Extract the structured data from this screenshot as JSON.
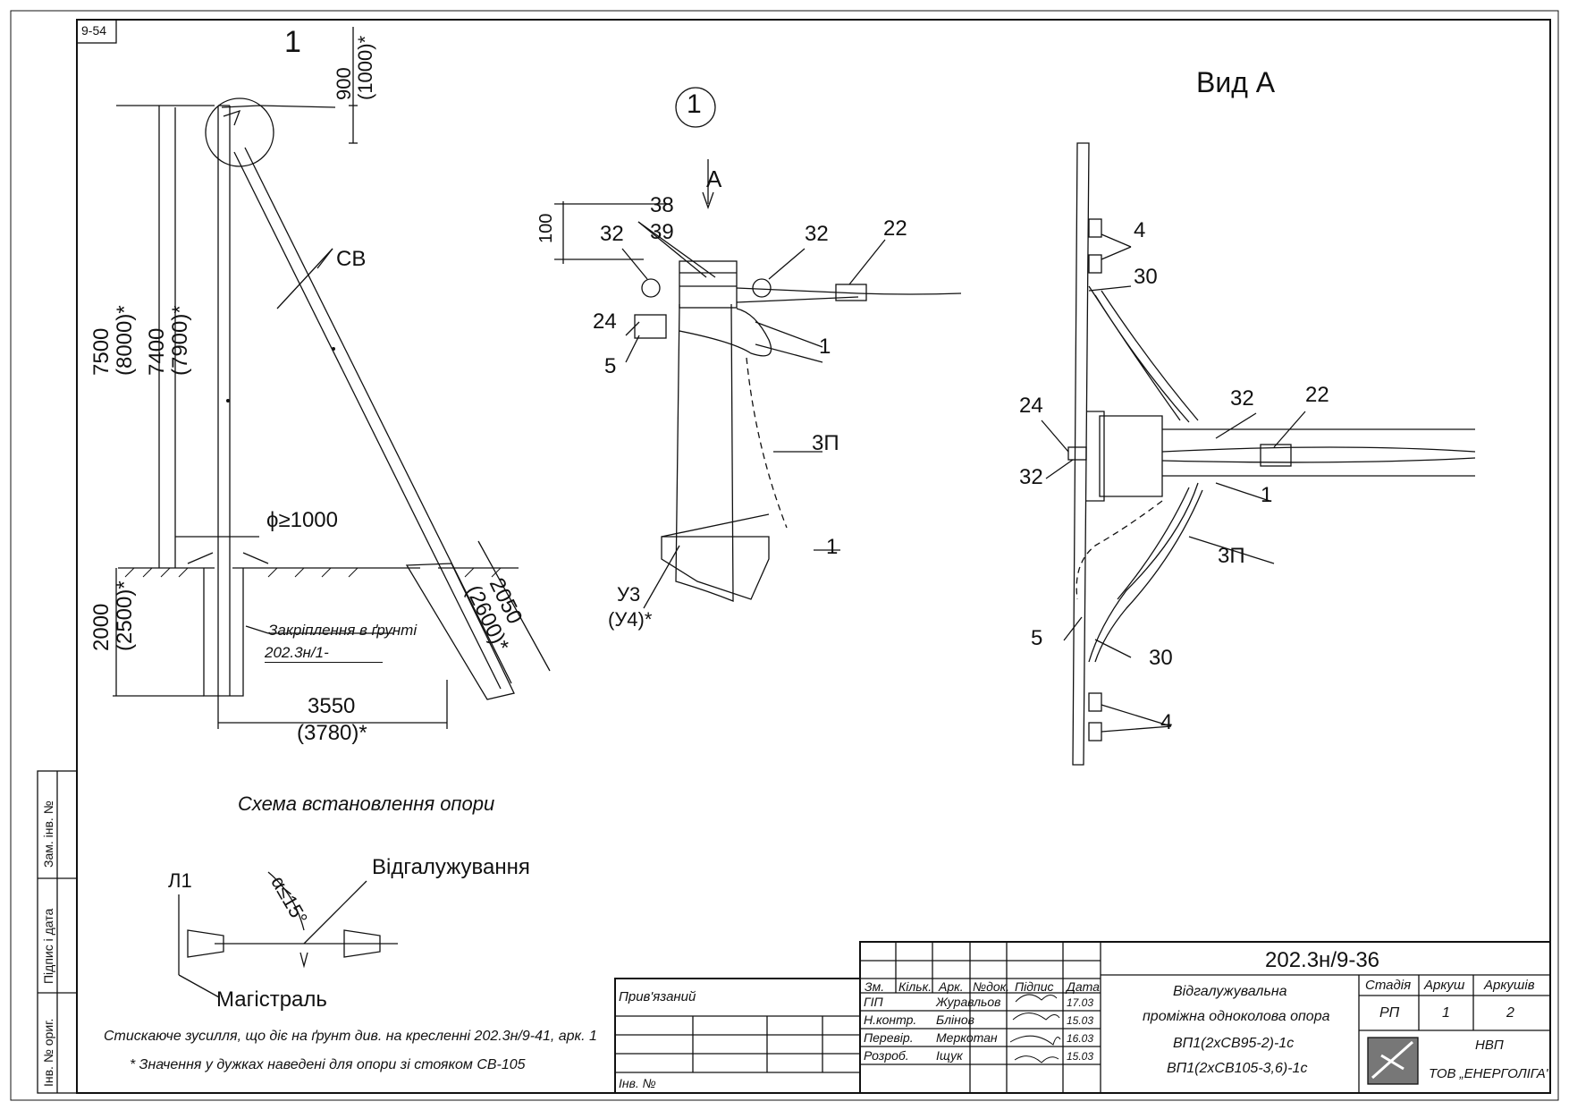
{
  "sheet_code": "9-54",
  "side_stamp": {
    "zam_inv": "Зам. інв. №",
    "pidpys_data": "Підпис і дата",
    "inv_orig": "Інв. № ориг."
  },
  "left_view": {
    "callout": "1",
    "dim_top": "900",
    "dim_top_alt": "(1000)*",
    "dim_h1": "7500",
    "dim_h1_alt": "(8000)*",
    "dim_h2": "7400",
    "dim_h2_alt": "(7900)*",
    "label_sv": "СВ",
    "diameter": "ϕ≥1000",
    "dim_ground": "2000",
    "dim_ground_alt": "(2500)*",
    "dim_strut": "2050",
    "dim_strut_alt": "(2600)*",
    "anchor_label": "Закріплення в ґрунті",
    "anchor_ref": "202.3н/1-",
    "dim_base": "3550",
    "dim_base_alt": "(3780)*"
  },
  "detail_view": {
    "callout": "1",
    "arrow_a": "А",
    "dim_100": "100",
    "p38": "38",
    "p39": "39",
    "p32a": "32",
    "p32b": "32",
    "p22": "22",
    "p24": "24",
    "p5": "5",
    "p1a": "1",
    "p3p": "3П",
    "p1b": "1",
    "pu3": "У3",
    "pu4": "(У4)*"
  },
  "view_a": {
    "title": "Вид А",
    "p4a": "4",
    "p30a": "30",
    "p24": "24",
    "p32a": "32",
    "p22": "22",
    "p32b": "32",
    "p1": "1",
    "p3p": "3П",
    "p5": "5",
    "p30b": "30",
    "p4b": "4"
  },
  "scheme": {
    "title": "Схема встановлення опори",
    "l1": "Л1",
    "angle": "α≤15°",
    "branch": "Відгалужування",
    "main": "Магістраль"
  },
  "notes": {
    "note1": "Стискаюче зусилля, що діє на ґрунт див. на кресленні 202.3н/9-41, арк. 1",
    "note2": "* Значення у дужках наведені для опори зі стояком СВ-105"
  },
  "title_block": {
    "privyazaniy": "Прив'язаний",
    "inv_no": "Інв. №",
    "headers": [
      "Зм.",
      "Кільк.",
      "Арк.",
      "№док.",
      "Підпис",
      "Дата"
    ],
    "rows": [
      {
        "role": "ГІП",
        "name": "Журавльов",
        "date": "17.03"
      },
      {
        "role": "Н.контр.",
        "name": "Блінов",
        "date": "15.03"
      },
      {
        "role": "Перевір.",
        "name": "Меркотан",
        "date": "16.03"
      },
      {
        "role": "Розроб.",
        "name": "Іщук",
        "date": "15.03"
      }
    ],
    "doc_code": "202.3н/9-36",
    "desc_line1": "Відгалужувальна",
    "desc_line2": "проміжна одноколова опора",
    "desc_line3": "ВП1(2хСВ95-2)-1с",
    "desc_line4": "ВП1(2хСВ105-3,6)-1с",
    "stage_label": "Стадія",
    "sheet_label": "Аркуш",
    "sheets_label": "Аркушів",
    "stage": "РП",
    "sheet": "1",
    "sheets": "2",
    "org_line1": "НВП",
    "org_line2": "ТОВ „ЕНЕРГОЛІГА\""
  }
}
